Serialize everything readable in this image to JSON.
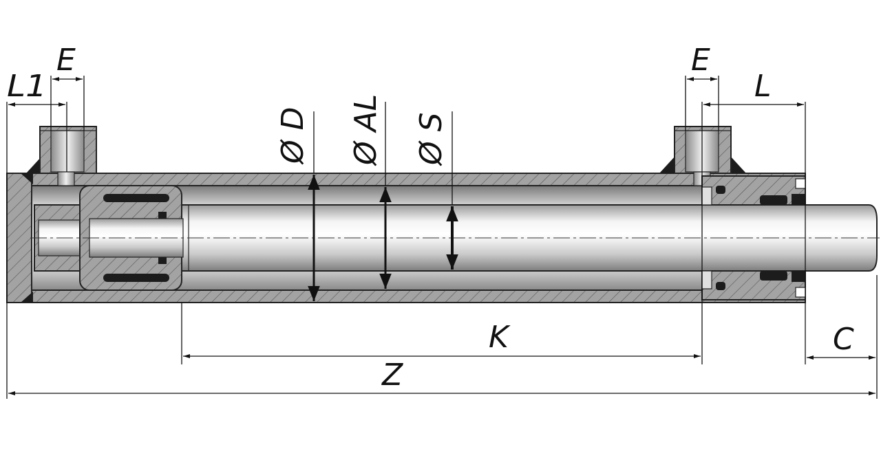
{
  "labels": {
    "l1": "L1",
    "e_left": "E",
    "e_right": "E",
    "l": "L",
    "d": "Ø D",
    "al": "Ø AL",
    "s": "Ø S",
    "k": "K",
    "z": "Z",
    "c": "C"
  },
  "colors": {
    "steel_light": "#f2f2f2",
    "steel_mid": "#b9b9b9",
    "steel_dark": "#6f6f6f",
    "hatch_fill": "#9a9a9a",
    "seal": "#1c1c1c",
    "line": "#111111"
  }
}
